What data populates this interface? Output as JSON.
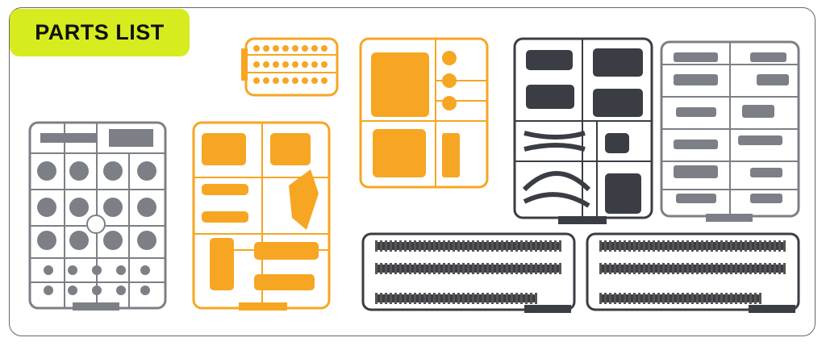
{
  "header": {
    "title": "PARTS LIST"
  },
  "colors": {
    "label_bg": "#d6ec1f",
    "orange": "#f6a623",
    "gray": "#7c7f86",
    "dark": "#3a3d44"
  },
  "sprues": [
    {
      "name": "gray-wheel-sprue",
      "color": "gray"
    },
    {
      "name": "orange-body-sprue-a",
      "color": "orange"
    },
    {
      "name": "orange-pin-sprue",
      "color": "orange"
    },
    {
      "name": "orange-body-sprue-b",
      "color": "orange"
    },
    {
      "name": "dark-parts-sprue",
      "color": "dark"
    },
    {
      "name": "gray-arm-sprue",
      "color": "gray"
    },
    {
      "name": "track-sprue-left",
      "color": "dark"
    },
    {
      "name": "track-sprue-right",
      "color": "dark"
    }
  ]
}
